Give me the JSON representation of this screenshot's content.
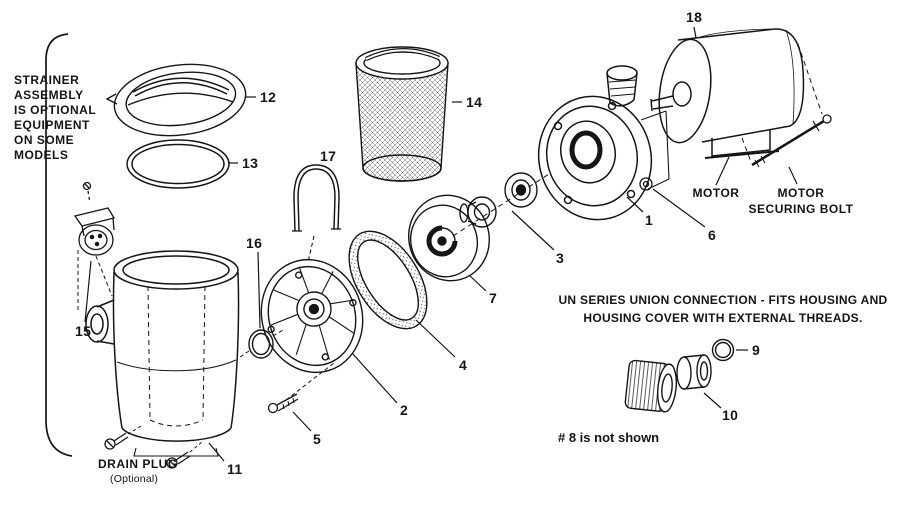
{
  "diagram_notes": {
    "strainer_note": [
      "STRAINER",
      "ASSEMBLY",
      "IS OPTIONAL",
      "EQUIPMENT",
      "ON SOME",
      "MODELS"
    ],
    "motor_caption": "MOTOR",
    "motor_bolt_caption_line1": "MOTOR",
    "motor_bolt_caption_line2": "SECURING BOLT",
    "un_series_line1": "UN SERIES UNION CONNECTION - FITS HOUSING AND",
    "un_series_line2": "HOUSING COVER WITH EXTERNAL THREADS.",
    "not_shown_note": "# 8 is not shown",
    "drain_plug_caption": "DRAIN PLUG",
    "drain_plug_subcaption": "(Optional)"
  },
  "part_numbers": {
    "p1": "1",
    "p2": "2",
    "p3": "3",
    "p4": "4",
    "p5": "5",
    "p6": "6",
    "p7": "7",
    "p9": "9",
    "p10": "10",
    "p11": "11",
    "p12": "12",
    "p13": "13",
    "p14": "14",
    "p15": "15",
    "p16": "16",
    "p17": "17",
    "p18": "18"
  }
}
